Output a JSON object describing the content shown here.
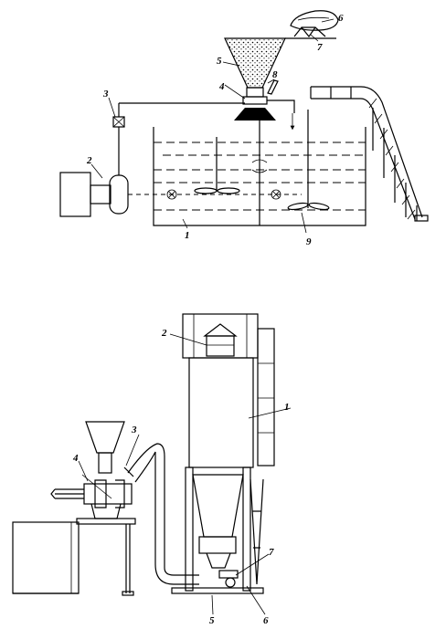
{
  "top_diagram": {
    "labels": [
      "1",
      "2",
      "3",
      "4",
      "5",
      "6",
      "7",
      "8",
      "9"
    ]
  },
  "bottom_diagram": {
    "labels": [
      "1",
      "2",
      "3",
      "4",
      "5",
      "6",
      "7"
    ]
  }
}
